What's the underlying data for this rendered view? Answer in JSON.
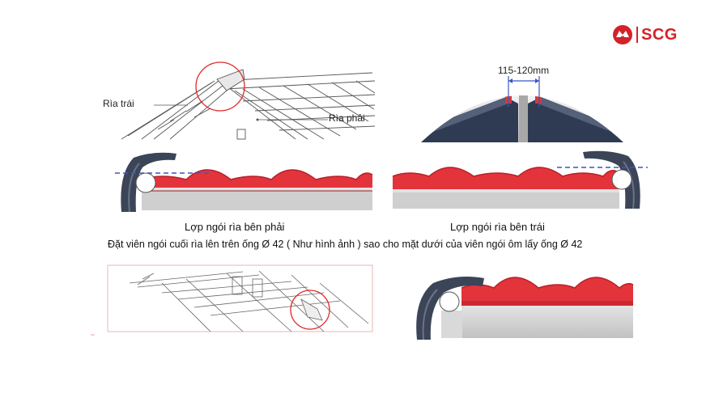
{
  "brand": {
    "name": "SCG",
    "color": "#d2232a"
  },
  "top_left_diagram": {
    "label_left": "Rìa trái",
    "label_right": "Rìa phải"
  },
  "top_right_diagram": {
    "dimension": "115-120mm"
  },
  "captions": {
    "left": "Lợp ngói rìa bên phải",
    "right": "Lợp ngói rìa bên trái"
  },
  "instruction": "Đặt viên ngói cuối rìa lên trên ống Ø 42 ( Như hình ảnh ) sao cho mặt dưới của viên ngói ôm lấy ống Ø 42",
  "colors": {
    "tile_red": "#e3343c",
    "cap_navy": "#3b4557",
    "highlight_circle": "#e02a2a",
    "dashed_line": "#3a56c4",
    "board_gray": "#cfcfcf"
  }
}
